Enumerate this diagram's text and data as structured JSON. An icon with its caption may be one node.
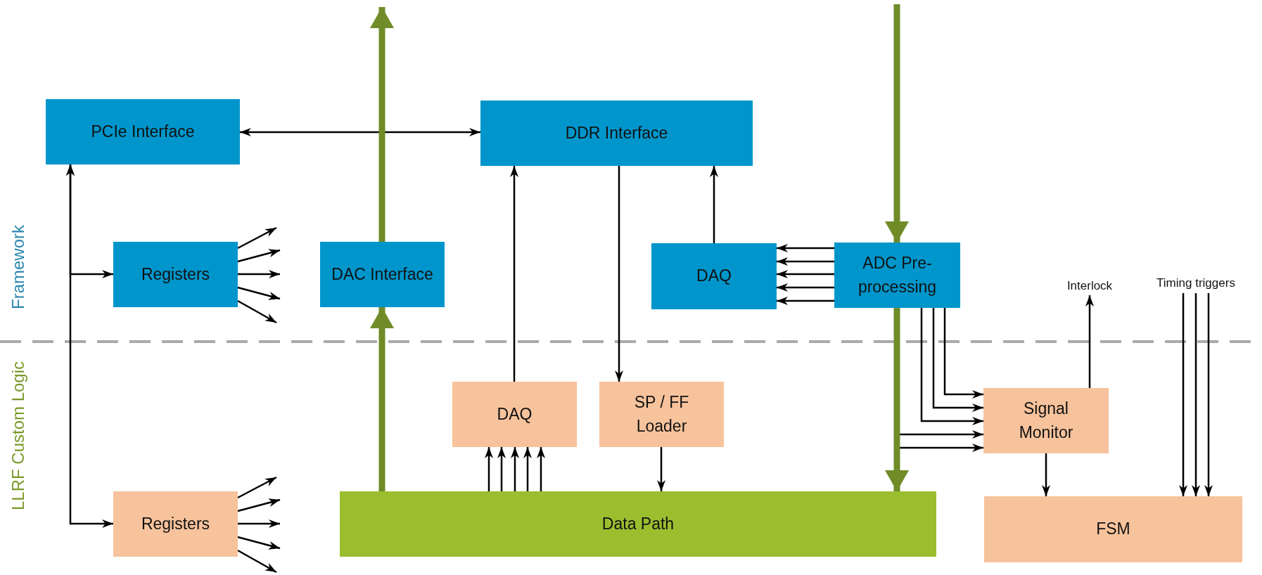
{
  "diagram": {
    "nodes": [
      {
        "text": [
          "PCIe Interface"
        ]
      },
      {
        "text": [
          "DDR Interface"
        ]
      },
      {
        "text": [
          "Registers"
        ]
      },
      {
        "text": [
          "DAC Interface"
        ]
      },
      {
        "text": [
          "DAQ"
        ]
      },
      {
        "text": [
          "ADC Pre-processing"
        ]
      },
      {
        "text": [
          "DAQ"
        ]
      },
      {
        "text": [
          "SP / FF Loader"
        ]
      },
      {
        "text": [
          "Signal Monitor"
        ]
      },
      {
        "text": [
          "Registers"
        ]
      },
      {
        "text": [
          "Data Path"
        ]
      },
      {
        "text": [
          "FSM"
        ]
      },
      {
        "text": [
          "Interlock"
        ]
      },
      {
        "text": [
          "Timing triggers"
        ]
      }
    ],
    "edges": [
      {
        "from": 0,
        "to": 1,
        "arrow": "both"
      },
      {
        "from": 0,
        "to": 2,
        "arrow": "both"
      },
      {
        "from": 0,
        "to": 9,
        "arrow": "both"
      },
      {
        "from": 2,
        "to": null,
        "arrow": "to"
      },
      {
        "from": 2,
        "to": null,
        "arrow": "to"
      },
      {
        "from": 2,
        "to": null,
        "arrow": "to"
      },
      {
        "from": 2,
        "to": null,
        "arrow": "to"
      },
      {
        "from": 2,
        "to": null,
        "arrow": "to"
      },
      {
        "from": 9,
        "to": null,
        "arrow": "to"
      },
      {
        "from": 9,
        "to": null,
        "arrow": "to"
      },
      {
        "from": 9,
        "to": null,
        "arrow": "to"
      },
      {
        "from": 9,
        "to": null,
        "arrow": "to"
      },
      {
        "from": 9,
        "to": null,
        "arrow": "to"
      },
      {
        "from": 3,
        "to": null,
        "arrow": "to",
        "style": "thick",
        "color": "#6f8c28"
      },
      {
        "from": 10,
        "to": 3,
        "arrow": "to",
        "style": "thick",
        "color": "#6f8c28"
      },
      {
        "from": null,
        "to": 5,
        "arrow": "to",
        "style": "thick",
        "color": "#6f8c28"
      },
      {
        "from": 5,
        "to": 10,
        "arrow": "to",
        "style": "thick",
        "color": "#6f8c28"
      },
      {
        "from": 6,
        "to": 1,
        "arrow": "to"
      },
      {
        "from": 1,
        "to": 7,
        "arrow": "to"
      },
      {
        "from": 4,
        "to": 1,
        "arrow": "to"
      },
      {
        "from": 5,
        "to": 4,
        "arrow": "to"
      },
      {
        "from": 5,
        "to": 4,
        "arrow": "to"
      },
      {
        "from": 5,
        "to": 4,
        "arrow": "to"
      },
      {
        "from": 5,
        "to": 4,
        "arrow": "to"
      },
      {
        "from": 5,
        "to": 4,
        "arrow": "to"
      },
      {
        "from": 10,
        "to": 6,
        "arrow": "to"
      },
      {
        "from": 10,
        "to": 6,
        "arrow": "to"
      },
      {
        "from": 10,
        "to": 6,
        "arrow": "to"
      },
      {
        "from": 10,
        "to": 6,
        "arrow": "to"
      },
      {
        "from": 10,
        "to": 6,
        "arrow": "to"
      },
      {
        "from": 7,
        "to": 10,
        "arrow": "to"
      },
      {
        "from": 5,
        "to": 8,
        "arrow": "to"
      },
      {
        "from": 5,
        "to": 8,
        "arrow": "to"
      },
      {
        "from": 5,
        "to": 8,
        "arrow": "to"
      },
      {
        "from": 5,
        "to": 8,
        "arrow": "to"
      },
      {
        "from": 5,
        "to": 8,
        "arrow": "to"
      },
      {
        "from": 8,
        "to": 12,
        "arrow": "to"
      },
      {
        "from": 8,
        "to": 11,
        "arrow": "to"
      },
      {
        "from": 13,
        "to": 11,
        "arrow": "to"
      },
      {
        "from": 13,
        "to": 11,
        "arrow": "to"
      },
      {
        "from": 13,
        "to": 11,
        "arrow": "to"
      }
    ],
    "labels": [
      "Framework",
      "LLRF Custom Logic"
    ]
  }
}
